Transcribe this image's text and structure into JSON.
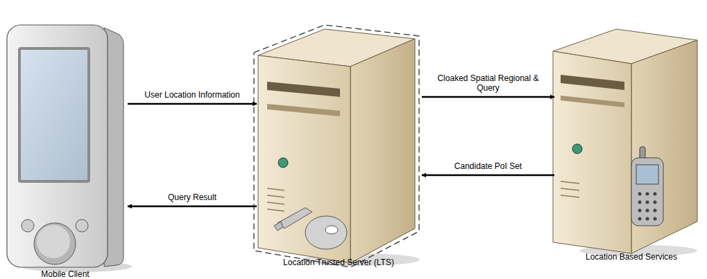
{
  "diagram": {
    "nodes": [
      {
        "text": [
          "Mobile Client"
        ]
      },
      {
        "text": [
          "Location Trusted Server (LTS)"
        ]
      },
      {
        "text": [
          "Location Based Services"
        ]
      }
    ],
    "edges": [
      {
        "from": 0,
        "to": 1,
        "label": "User Location Information",
        "arrow": "to"
      },
      {
        "from": 1,
        "to": 2,
        "label": "Cloaked Spatial Regional & Query",
        "arrow": "to"
      },
      {
        "from": 2,
        "to": 1,
        "label": "Candidate PoI Set",
        "arrow": "to"
      },
      {
        "from": 1,
        "to": 0,
        "label": "Query Result",
        "arrow": "to"
      }
    ]
  }
}
